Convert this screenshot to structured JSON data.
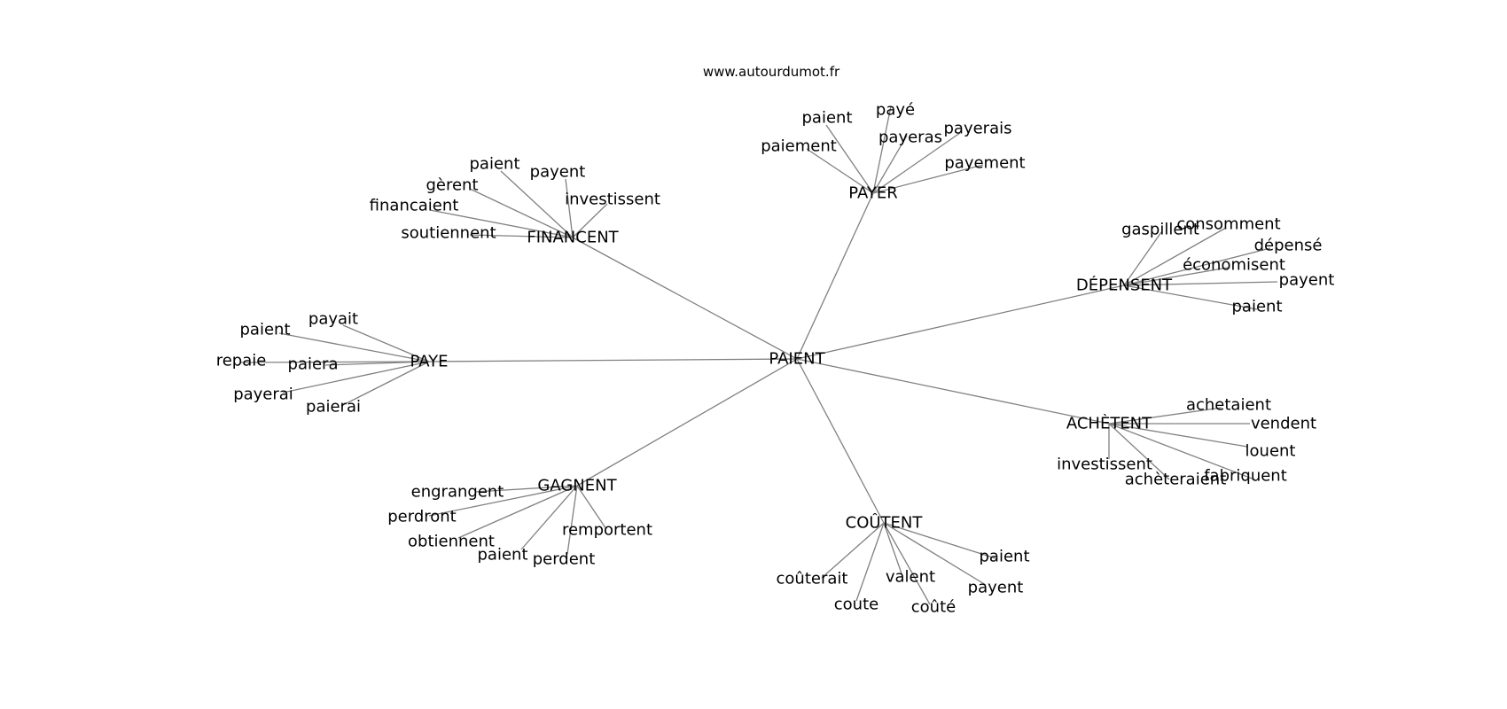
{
  "source_url": "www.autourdumot.fr",
  "graph": {
    "root": "PAIENT",
    "clusters": [
      {
        "hub": "PAYER",
        "words": [
          "paient",
          "payé",
          "payerais",
          "payeras",
          "paiement",
          "payement"
        ]
      },
      {
        "hub": "FINANCENT",
        "words": [
          "paient",
          "payent",
          "gèrent",
          "financaient",
          "investissent",
          "soutiennent"
        ]
      },
      {
        "hub": "DÉPENSENT",
        "words": [
          "gaspillent",
          "consomment",
          "dépensé",
          "économisent",
          "payent",
          "paient"
        ]
      },
      {
        "hub": "PAYE",
        "words": [
          "payait",
          "paient",
          "repaie",
          "paiera",
          "payerai",
          "paierai"
        ]
      },
      {
        "hub": "ACHÈTENT",
        "words": [
          "achetaient",
          "vendent",
          "louent",
          "investissent",
          "achèteraient",
          "fabriquent"
        ]
      },
      {
        "hub": "GAGNENT",
        "words": [
          "engrangent",
          "perdront",
          "obtiennent",
          "paient",
          "perdent",
          "remportent"
        ]
      },
      {
        "hub": "COÛTENT",
        "words": [
          "coûterait",
          "valent",
          "paient",
          "payent",
          "coute",
          "coûté"
        ]
      }
    ]
  }
}
